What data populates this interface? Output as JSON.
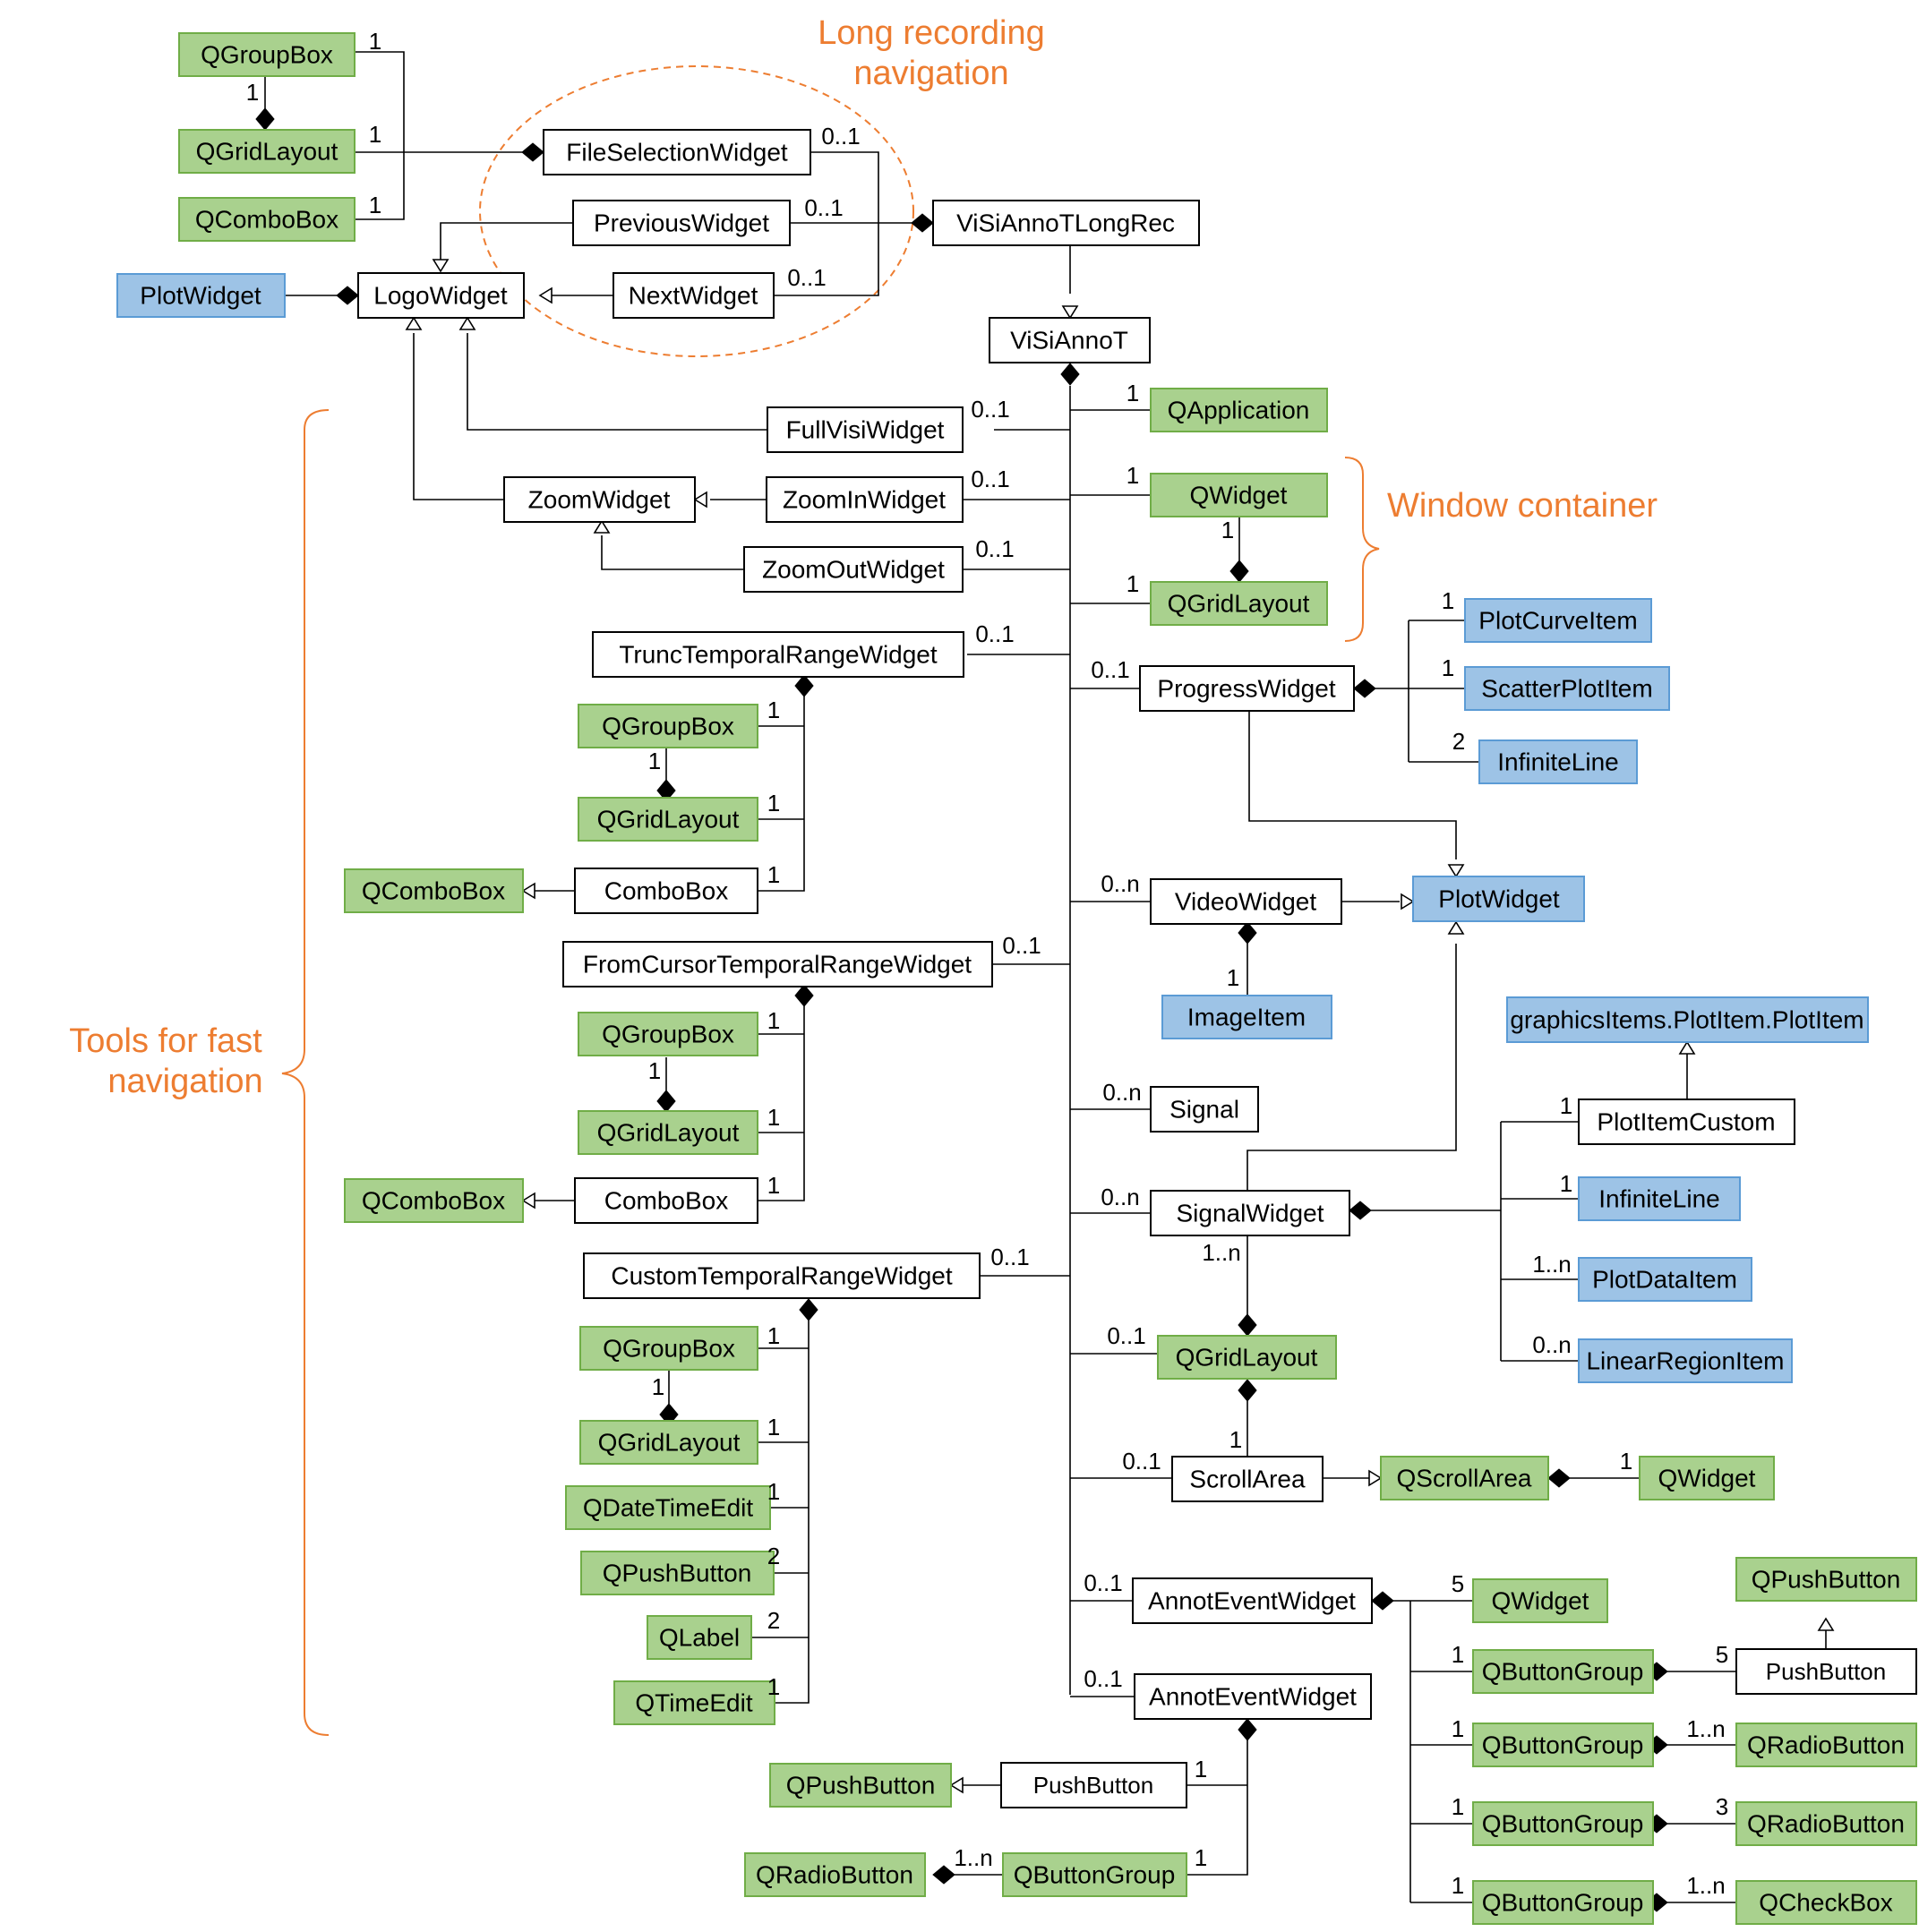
{
  "colors": {
    "white_fill": "#FFFFFF",
    "green_fill": "#A9D18E",
    "green_stroke": "#70AD47",
    "blue_fill": "#9DC3E6",
    "blue_stroke": "#5B9BD5",
    "line": "#000000",
    "annotation": "#ED7D31"
  },
  "annotations": {
    "long_recording": [
      "Long recording",
      "navigation"
    ],
    "window_container": [
      "Window container"
    ],
    "fast_navigation": [
      "Tools for fast",
      "navigation"
    ]
  },
  "nodes": {
    "qgroupbox_top": "QGroupBox",
    "qgridlayout_top": "QGridLayout",
    "qcombobox_top": "QComboBox",
    "fileselectionwidget": "FileSelectionWidget",
    "previouswidget": "PreviousWidget",
    "nextwidget": "NextWidget",
    "visiannotlongrec": "ViSiAnnoTLongRec",
    "plotwidget_left": "PlotWidget",
    "logowidget": "LogoWidget",
    "visiannot": "ViSiAnnoT",
    "fullvisiwidget": "FullVisiWidget",
    "qapplication": "QApplication",
    "zoomwidget": "ZoomWidget",
    "zoominwidget": "ZoomInWidget",
    "zoomoutwidget": "ZoomOutWidget",
    "qwidget_wc": "QWidget",
    "qgridlayout_wc": "QGridLayout",
    "plotcurveitem": "PlotCurveItem",
    "scatterplotitem": "ScatterPlotItem",
    "infiniteline_pw": "InfiniteLine",
    "progresswidget": "ProgressWidget",
    "trunc": "TruncTemporalRangeWidget",
    "trunc_qgroupbox": "QGroupBox",
    "trunc_qgridlayout": "QGridLayout",
    "trunc_combobox": "ComboBox",
    "trunc_qcombobox": "QComboBox",
    "videowidget": "VideoWidget",
    "plotwidget_main": "PlotWidget",
    "imageitem": "ImageItem",
    "fromcursor": "FromCursorTemporalRangeWidget",
    "fc_qgroupbox": "QGroupBox",
    "fc_qgridlayout": "QGridLayout",
    "fc_combobox": "ComboBox",
    "fc_qcombobox": "QComboBox",
    "plotitem": "graphicsItems.PlotItem.PlotItem",
    "signal": "Signal",
    "plotitemcustom": "PlotItemCustom",
    "signalwidget": "SignalWidget",
    "infiniteline_sw": "InfiniteLine",
    "plotdataitem": "PlotDataItem",
    "linearregionitem": "LinearRegionItem",
    "custom": "CustomTemporalRangeWidget",
    "cu_qgroupbox": "QGroupBox",
    "cu_qgridlayout": "QGridLayout",
    "cu_qdatetimeedit": "QDateTimeEdit",
    "cu_qpushbutton": "QPushButton",
    "cu_qlabel": "QLabel",
    "cu_qtimeedit": "QTimeEdit",
    "qgridlayout_sw": "QGridLayout",
    "scrollarea": "ScrollArea",
    "qscrollarea": "QScrollArea",
    "qwidget_sa": "QWidget",
    "annotevent1": "AnnotEventWidget",
    "annotevent2": "AnnotEventWidget",
    "qwidget_ae": "QWidget",
    "qpushbutton_right": "QPushButton",
    "qbuttongroup1": "QButtonGroup",
    "pushbutton_right": "PushButton",
    "qbuttongroup2": "QButtonGroup",
    "qradiobutton_r2": "QRadioButton",
    "qbuttongroup3": "QButtonGroup",
    "qradiobutton_r3": "QRadioButton",
    "qbuttongroup4": "QButtonGroup",
    "qcheckbox": "QCheckBox",
    "qpushbutton_bottom": "QPushButton",
    "pushbutton_bottom": "PushButton",
    "qradiobutton_bottom": "QRadioButton",
    "qbuttongroup_bottom": "QButtonGroup"
  },
  "multiplicities": {
    "m_gb_top": "1",
    "m_gb_top2": "1",
    "m_gl_top": "1",
    "m_cb_top": "1",
    "m_fsw": "0..1",
    "m_prev": "0..1",
    "m_next": "0..1",
    "m_fvw": "0..1",
    "m_qapp": "1",
    "m_zin": "0..1",
    "m_qw_wc": "1",
    "m_zout": "0..1",
    "m_gl_wc_top": "1",
    "m_gl_wc": "1",
    "m_trunc": "0..1",
    "m_pw": "0..1",
    "m_pci": "1",
    "m_spi": "1",
    "m_il": "2",
    "m_tr_gb": "1",
    "m_tr_gb2": "1",
    "m_tr_gl": "1",
    "m_tr_cb": "1",
    "m_vw": "0..n",
    "m_img": "1",
    "m_fc": "0..1",
    "m_fc_gb": "1",
    "m_fc_gb2": "1",
    "m_fc_gl": "1",
    "m_fc_cb": "1",
    "m_sig": "0..n",
    "m_pic": "1",
    "m_sw": "0..n",
    "m_il2": "1",
    "m_sw_bot": "1..n",
    "m_pdi": "1..n",
    "m_lri": "0..n",
    "m_cu": "0..1",
    "m_cu_gb": "1",
    "m_cu_gb2": "1",
    "m_cu_gl": "1",
    "m_cu_dte": "1",
    "m_cu_pb": "2",
    "m_cu_lbl": "2",
    "m_cu_te": "1",
    "m_gl_sw": "0..1",
    "m_sa_top": "1",
    "m_sa": "0..1",
    "m_qw_sa": "1",
    "m_ae1": "0..1",
    "m_ae2": "0..1",
    "m_qw_ae": "5",
    "m_bg1": "1",
    "m_pb5": "5",
    "m_bg2": "1",
    "m_rb2": "1..n",
    "m_bg3": "1",
    "m_rb3": "3",
    "m_bg4": "1",
    "m_cb4": "1..n",
    "m_pb_bot": "1",
    "m_bg_bot": "1",
    "m_rb_bot": "1..n"
  }
}
